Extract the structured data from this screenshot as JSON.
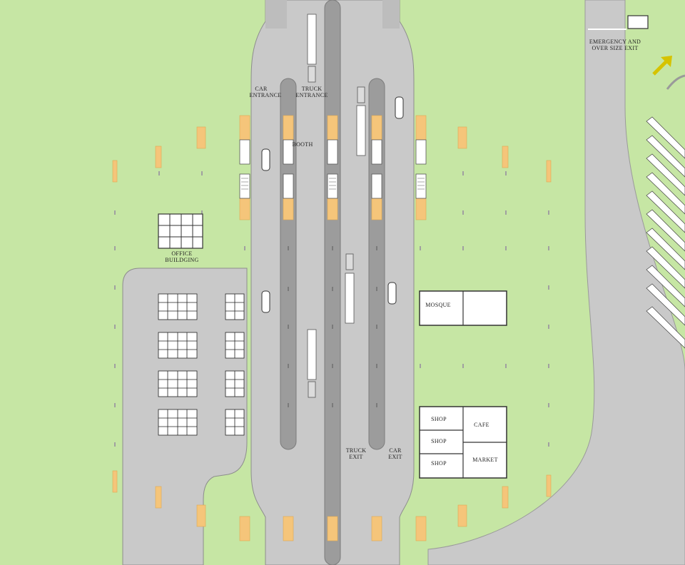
{
  "labels": {
    "car_entrance": [
      "CAR",
      "ENTRANCE"
    ],
    "truck_entrance": [
      "TRUCK",
      "ENTRANCE"
    ],
    "booth": "BOOTH",
    "office": [
      "OFFICE",
      "BUILDGING"
    ],
    "emergency": [
      "EMERGENCY AND",
      "OVER SIZE EXIT"
    ],
    "mosque": "MOSQUE",
    "shop1": "SHOP",
    "shop2": "SHOP",
    "shop3": "SHOP",
    "cafe": "CAFE",
    "market": "MARKET",
    "truck_exit": [
      "TRUCK",
      "EXIT"
    ],
    "car_exit": [
      "CAR",
      "EXIT"
    ]
  },
  "colors": {
    "grass": "#c6e6a4",
    "road": "#c9c9c9",
    "median": "#9c9c9c",
    "amber": "#f5c57a",
    "building": "#ffffff",
    "arrow": "#e0c800"
  },
  "icons": [
    "car-icon",
    "truck-icon",
    "booth-icon",
    "parked-car-icon",
    "arrow-icon"
  ]
}
